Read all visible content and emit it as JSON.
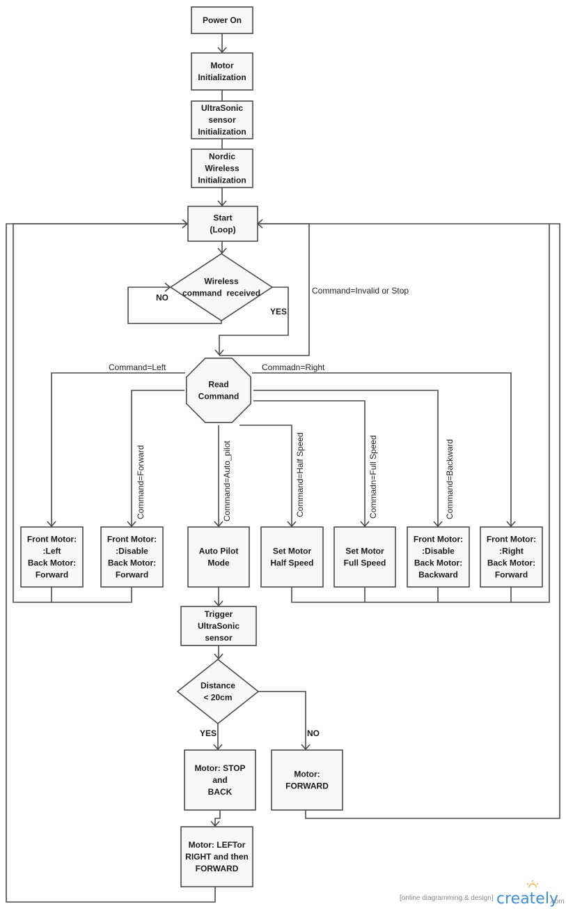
{
  "nodes": {
    "power_on": [
      "Power On"
    ],
    "motor_init": [
      "Motor",
      "Initialization"
    ],
    "ultrasonic_init": [
      "UltraSonic",
      "sensor",
      "Initialization"
    ],
    "nordic_init": [
      "Nordic",
      "Wireless",
      "Initialization"
    ],
    "start_loop": [
      "Start",
      "(Loop)"
    ],
    "wireless_decision": [
      "Wireless",
      "command  received"
    ],
    "read_command": [
      "Read",
      "Command"
    ],
    "front_left": [
      "Front Motor:",
      ":Left",
      "Back Motor:",
      "Forward"
    ],
    "front_disable_fwd": [
      "Front Motor:",
      ":Disable",
      "Back Motor:",
      "Forward"
    ],
    "auto_pilot": [
      "Auto Pilot",
      "Mode"
    ],
    "half_speed": [
      "Set Motor",
      "Half Speed"
    ],
    "full_speed": [
      "Set Motor",
      "Full Speed"
    ],
    "front_disable_back": [
      "Front Motor:",
      ":Disable",
      "Back Motor:",
      "Backward"
    ],
    "front_right": [
      "Front Motor:",
      ":Right",
      "Back Motor:",
      "Forward"
    ],
    "trigger": [
      "Trigger",
      "UltraSonic",
      "sensor"
    ],
    "distance": [
      "Distance",
      "< 20cm"
    ],
    "stop_back": [
      "Motor: STOP",
      "and",
      "BACK"
    ],
    "forward": [
      "Motor:",
      "FORWARD"
    ],
    "turn_forward": [
      "Motor: LEFTor",
      "RIGHT and then",
      "FORWARD"
    ]
  },
  "edge_labels": {
    "no1": "NO",
    "yes1": "YES",
    "invalid": "Command=Invalid or Stop",
    "left": "Command=Left",
    "right": "Commadn=Right",
    "forward": "Command=Forward",
    "auto": "Command=Auto_pilot",
    "half": "Command=Half Speed",
    "full": "Commadn=Full Speed",
    "backward": "Command=Backward",
    "yes2": "YES",
    "no2": "NO"
  },
  "footer": {
    "tagline": "[online diagramming & design]",
    "brand": "creately",
    "domain": ".com"
  }
}
